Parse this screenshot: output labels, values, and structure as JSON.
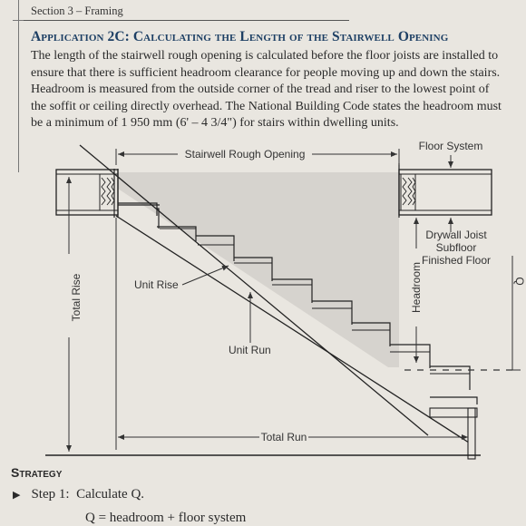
{
  "header": {
    "section": "Section 3 – Framing"
  },
  "application": {
    "title": "Application 2C: Calculating the Length of the Stairwell Opening",
    "paragraph_lines": [
      "The length of the stairwell rough opening is calculated before the floor joists are installed to",
      "ensure that there is sufficient headroom clearance for people moving up and down the stairs.",
      "Headroom is measured from the outside corner of the tread and riser to the lowest point of",
      "the soffit or ceiling directly overhead. The National Building Code states the headroom must",
      "be a minimum of 1 950 mm (6' – 4 3/4\") for stairs within dwelling units."
    ]
  },
  "diagram": {
    "stairwell_rough_opening": "Stairwell Rough Opening",
    "floor_system": "Floor System",
    "drywall_joist": "Drywall Joist",
    "subfloor": "Subfloor",
    "finished_floor": "Finished Floor",
    "unit_rise": "Unit Rise",
    "unit_run": "Unit Run",
    "headroom": "Headroom",
    "total_rise": "Total Rise",
    "total_run": "Total Run",
    "q_label": "Q"
  },
  "strategy": {
    "heading": "Strategy",
    "step1_label": "Step 1:",
    "step1_text": "Calculate Q.",
    "formula": "Q = headroom + floor system"
  },
  "colors": {
    "title": "#1d3f64",
    "page": "#e9e6e0",
    "opening_fill": "#d6d3ce"
  }
}
